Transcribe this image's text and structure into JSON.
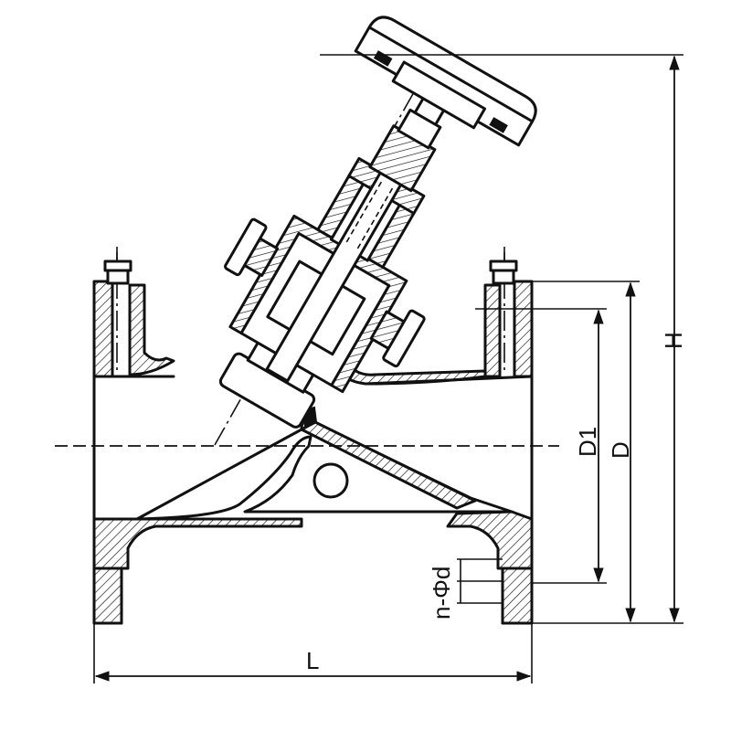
{
  "labels": {
    "length": "L",
    "height": "H",
    "flange_diameter": "D",
    "bolt_circle_diameter": "D1",
    "bolt_holes": "n-Φd"
  }
}
